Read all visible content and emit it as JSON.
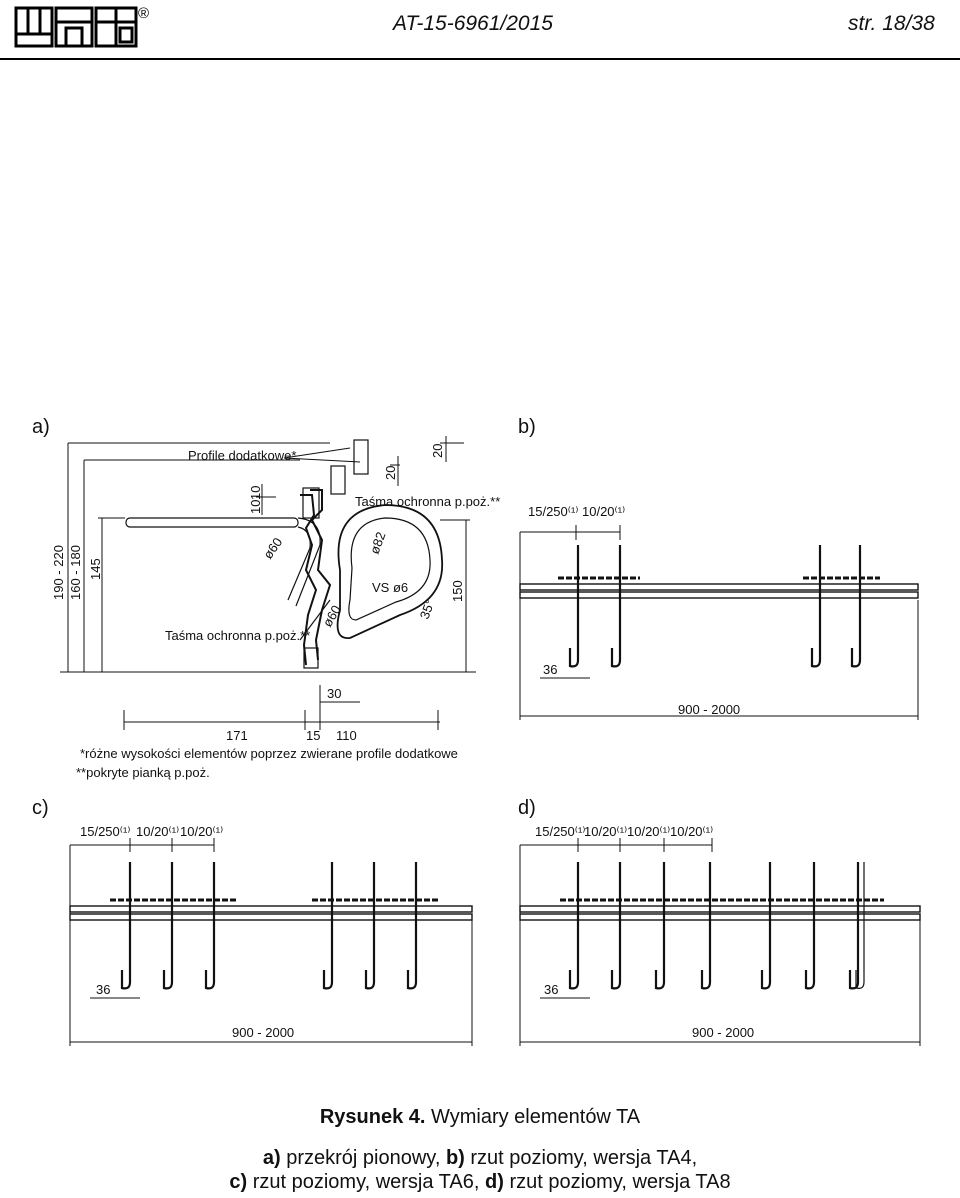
{
  "header": {
    "logo_text": "ITB",
    "registered_mark": "®",
    "document_id": "AT-15-6961/2015",
    "page": "str. 18/38"
  },
  "panels": {
    "a": {
      "label": "a)",
      "labels": {
        "profile": "Profile dodatkowe*",
        "tape_top": "Taśma ochronna p.poż.**",
        "tape_bottom": "Taśma ochronna p.poż.**",
        "d60_top": "ø60",
        "d60_bottom": "ø60",
        "d82": "ø82",
        "vs": "VS ø6",
        "angle": "35°"
      },
      "dims": {
        "d_190_220": "190 - 220",
        "d_160_180": "160 - 180",
        "d_145": "145",
        "d_150": "150",
        "d_10a": "10",
        "d_10b": "10",
        "d_20a": "20",
        "d_20b": "20",
        "d_30": "30",
        "d_171": "171",
        "d_15": "15",
        "d_110": "110"
      },
      "notes": [
        "*różne wysokości elementów poprzez zwierane profile dodatkowe",
        "**pokryte pianką p.poż."
      ]
    },
    "b": {
      "label": "b)",
      "spacings": [
        "15/250⁽¹⁾",
        "10/20⁽¹⁾"
      ],
      "dim_36": "36",
      "dim_length": "900 - 2000"
    },
    "c": {
      "label": "c)",
      "spacings": [
        "15/250⁽¹⁾",
        "10/20⁽¹⁾",
        "10/20⁽¹⁾"
      ],
      "dim_36": "36",
      "dim_length": "900 - 2000"
    },
    "d": {
      "label": "d)",
      "spacings": [
        "15/250⁽¹⁾",
        "10/20⁽¹⁾",
        "10/20⁽¹⁾",
        "10/20⁽¹⁾"
      ],
      "dim_36": "36",
      "dim_length": "900 - 2000"
    }
  },
  "caption": {
    "title_bold": "Rysunek 4.",
    "title_rest": "Wymiary elementów TA",
    "line2": [
      {
        "b": "a)",
        "t": " przekrój pionowy, "
      },
      {
        "b": "b)",
        "t": " rzut poziomy, wersja TA4,"
      }
    ],
    "line3": [
      {
        "b": "c)",
        "t": " rzut poziomy, wersja TA6, "
      },
      {
        "b": "d)",
        "t": " rzut poziomy, wersja TA8"
      }
    ]
  }
}
